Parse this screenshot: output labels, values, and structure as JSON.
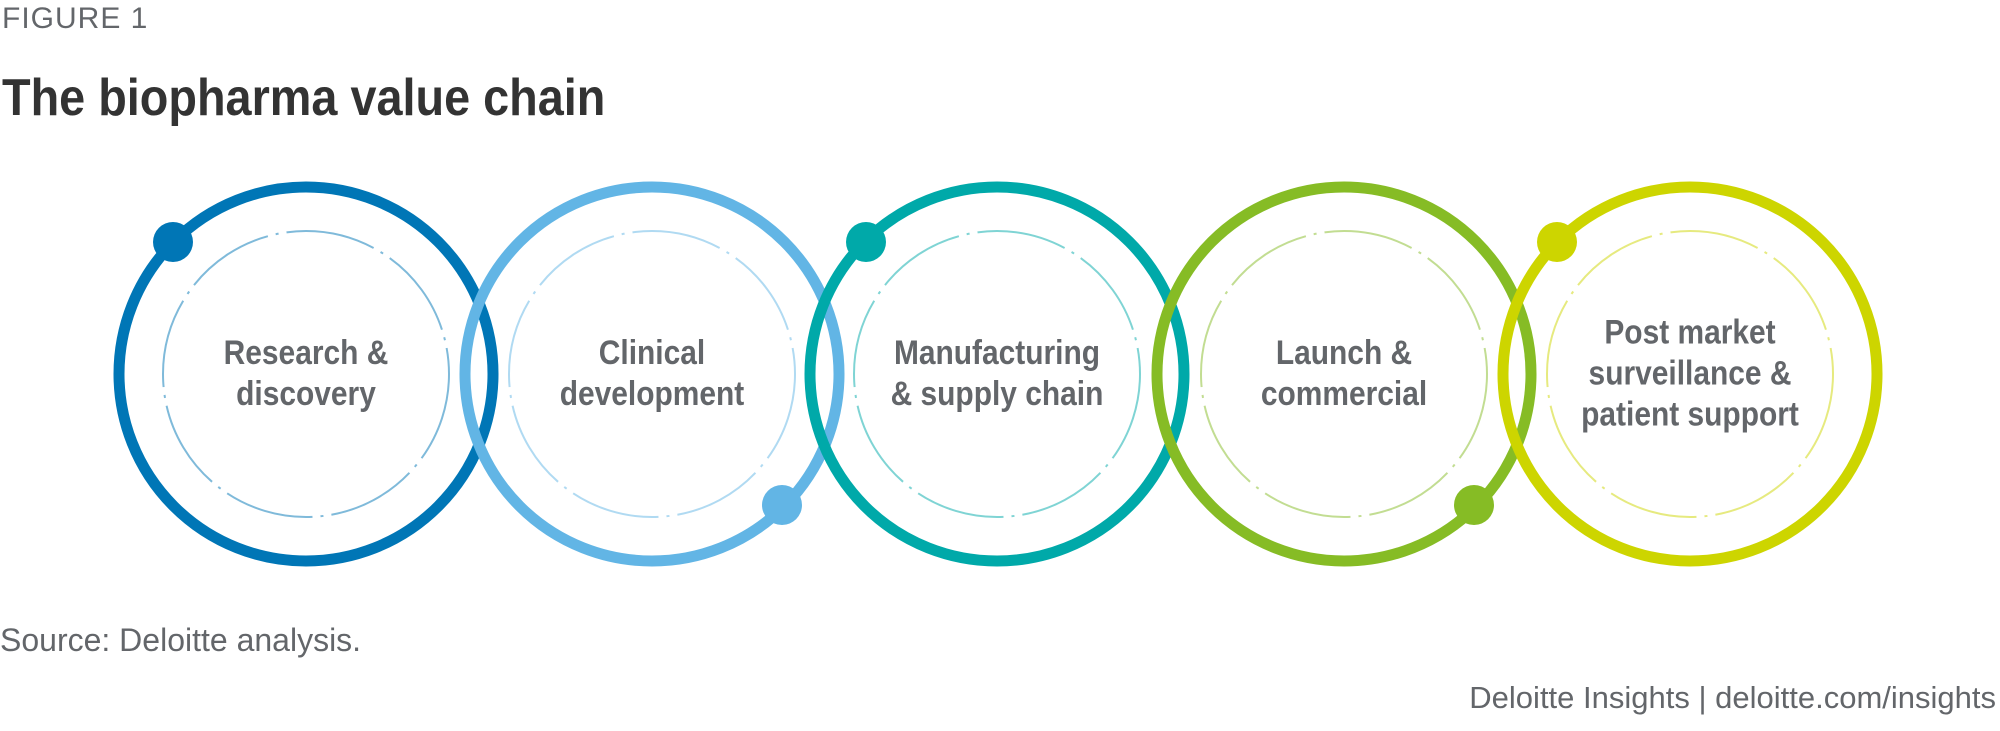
{
  "figure_label": "FIGURE 1",
  "title": "The biopharma value chain",
  "stages": [
    {
      "label_lines": [
        "Research &",
        "discovery"
      ],
      "color": "#0076b6"
    },
    {
      "label_lines": [
        "Clinical",
        "development"
      ],
      "color": "#62b5e5"
    },
    {
      "label_lines": [
        "Manufacturing",
        "& supply chain"
      ],
      "color": "#00a9a9"
    },
    {
      "label_lines": [
        "Launch &",
        "commercial"
      ],
      "color": "#86bc25"
    },
    {
      "label_lines": [
        "Post market",
        "surveillance &",
        "patient support"
      ],
      "color": "#cdd500"
    }
  ],
  "source": "Source: Deloitte analysis.",
  "footer": "Deloitte Insights | deloitte.com/insights"
}
